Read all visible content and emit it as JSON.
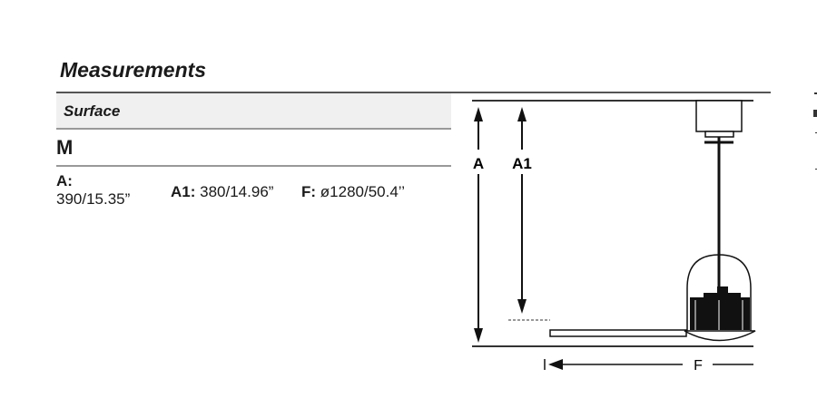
{
  "title": "Measurements",
  "section": "Surface",
  "size": "M",
  "dimensions": [
    {
      "label": "A:",
      "value": "390/15.35”"
    },
    {
      "label": "A1:",
      "value": "380/14.96”"
    },
    {
      "label": "F:",
      "value": "ø1280/50.4’’"
    }
  ],
  "diagram": {
    "label_a": "A",
    "label_a1": "A1",
    "label_f": "F"
  }
}
